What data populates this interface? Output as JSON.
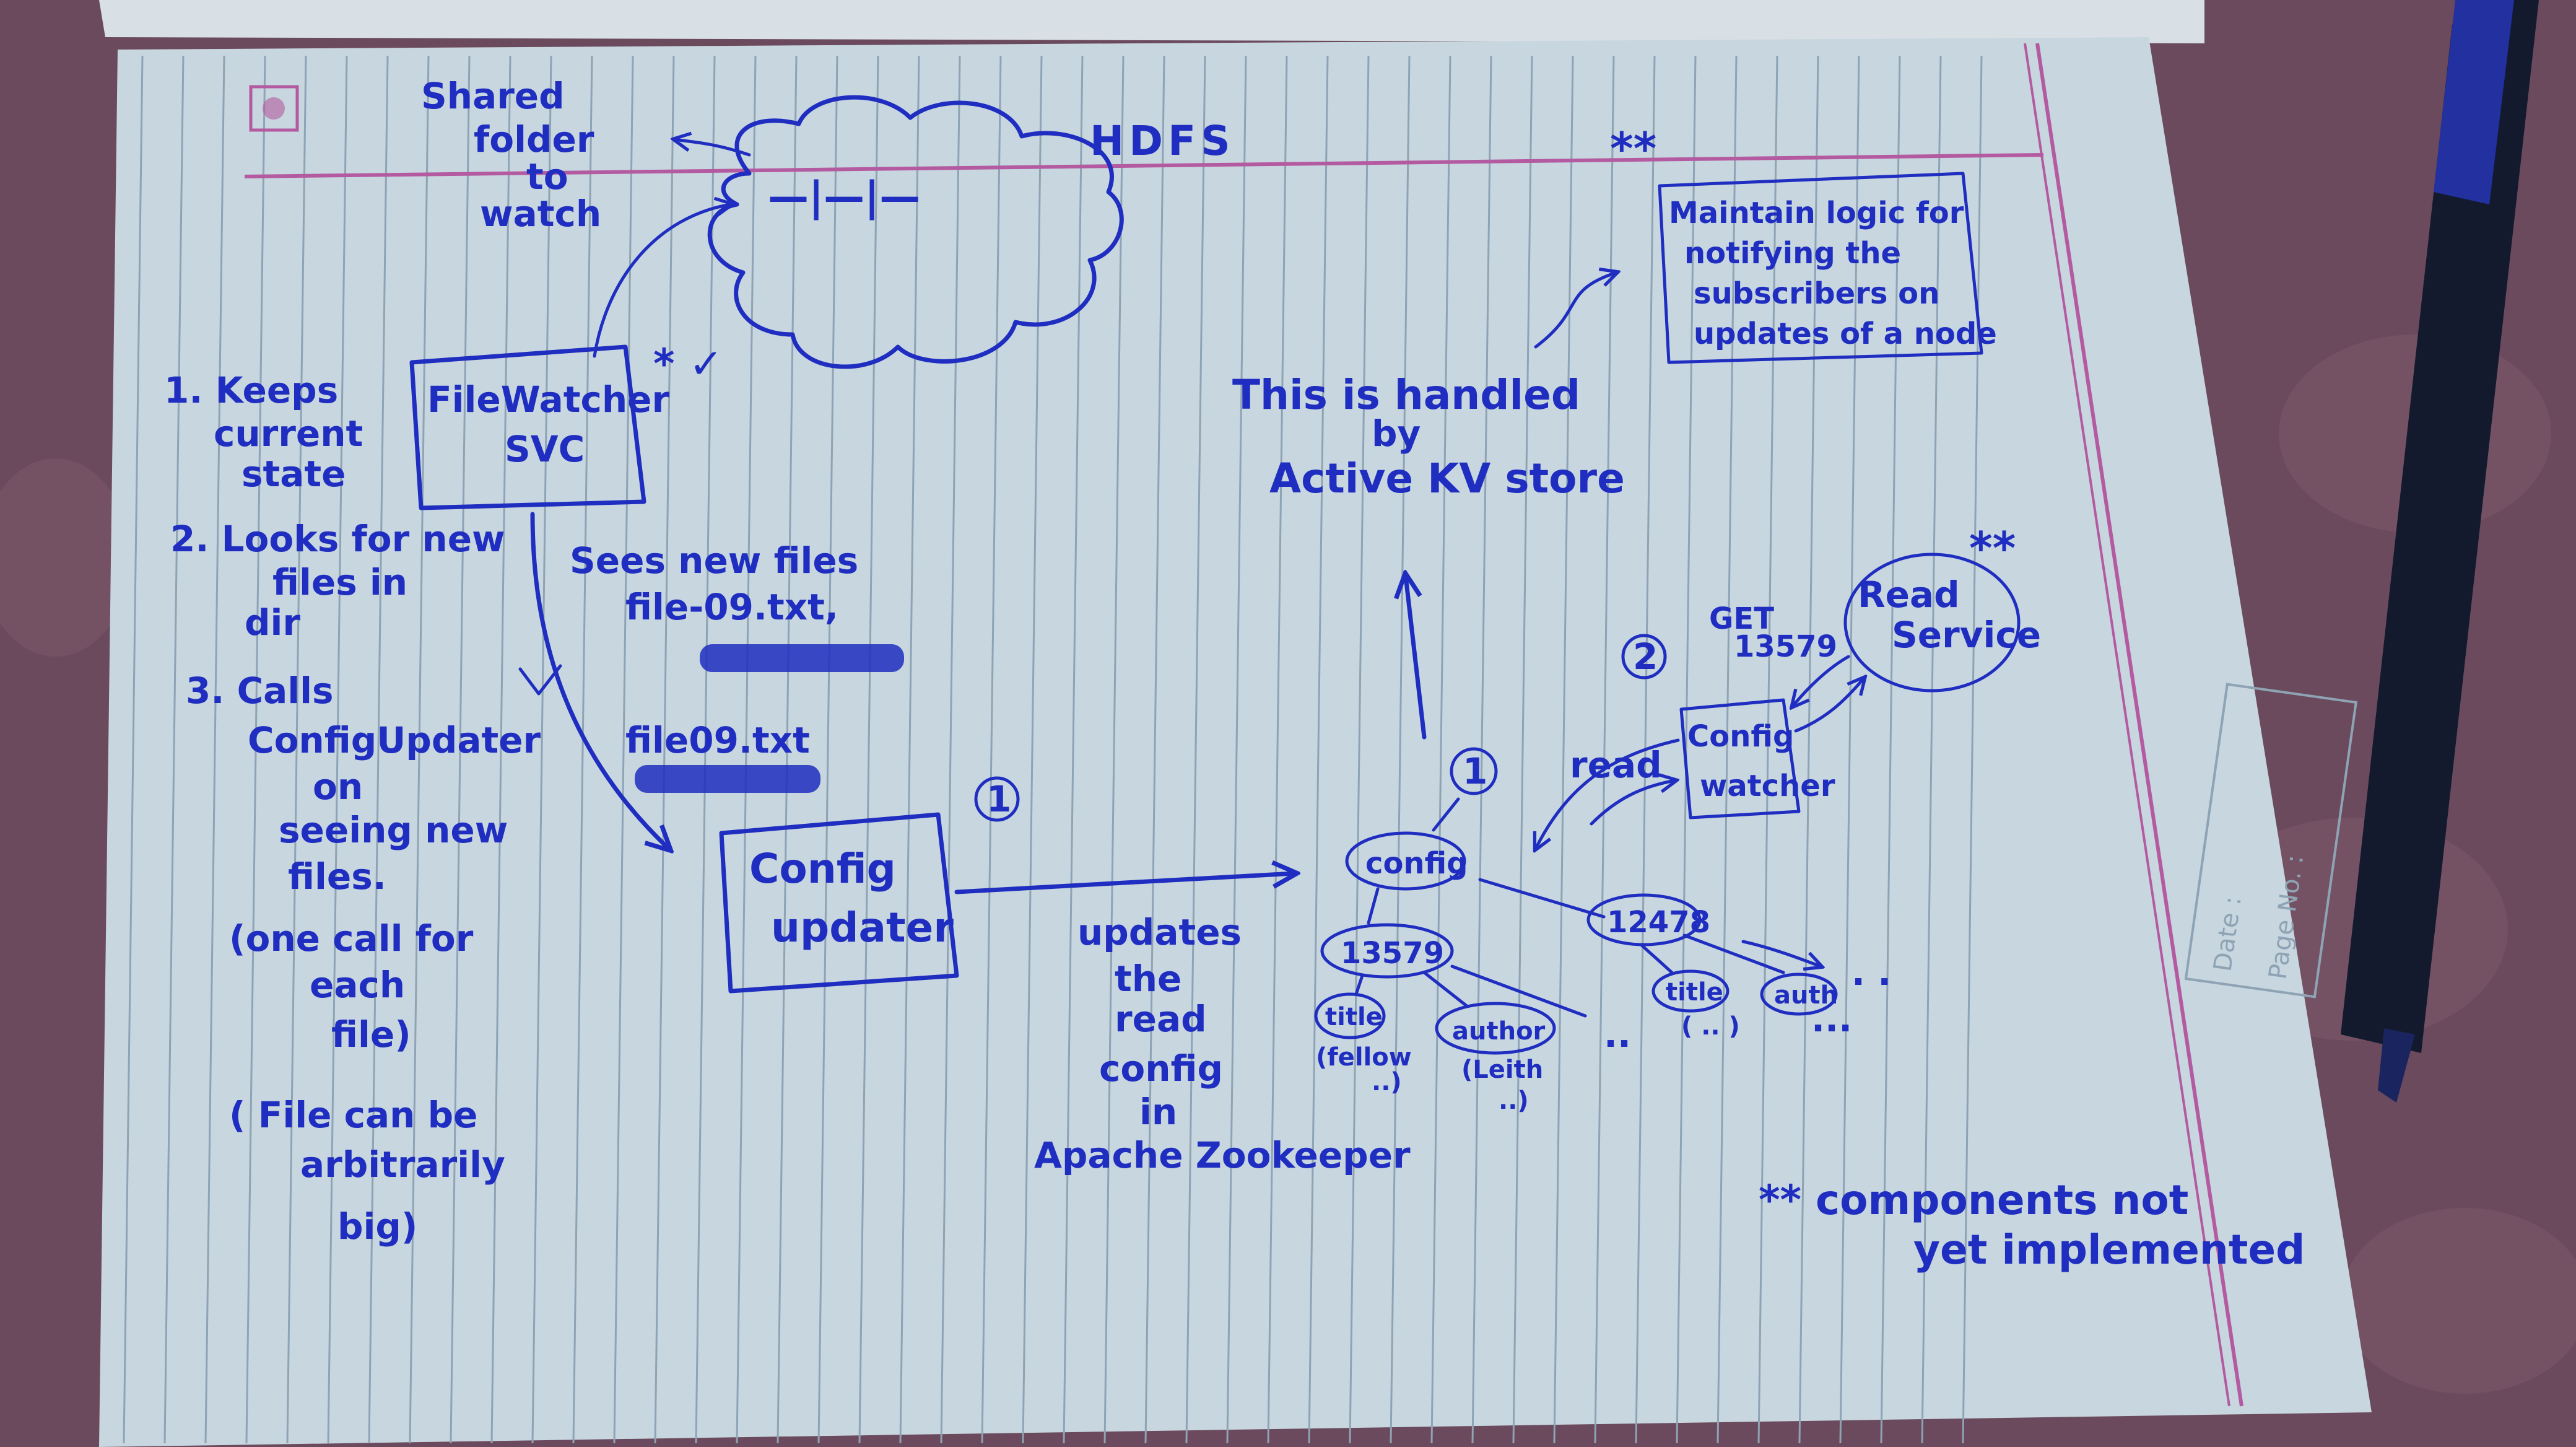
{
  "colors": {
    "paper": "#c7d6df",
    "ink": "#1f2ec0",
    "margin_line": "#b45aa0",
    "ruled_line": "#8ea3b4",
    "background": "#6a4a5c",
    "pen_body": "#141a2e"
  },
  "cloud": {
    "label": "HDFS",
    "inner_text": "—|—|—"
  },
  "shared_folder": {
    "line1": "Shared",
    "line2": "folder",
    "line3": "to",
    "line4": "watch"
  },
  "filewatcher": {
    "line1": "FileWatcher",
    "line2": "SVC",
    "mark": "* ✓"
  },
  "left_notes": {
    "item1": [
      "1. Keeps",
      "current",
      "state"
    ],
    "item2": [
      "2. Looks for new",
      "files in",
      "dir"
    ],
    "item3": [
      "3. Calls",
      "ConfigUpdater",
      "on",
      "seeing new",
      "files.",
      "(one call for",
      "each",
      "file)"
    ],
    "note": [
      "( File can be",
      "arbitrarily",
      "big)"
    ]
  },
  "sees_new_files": {
    "line1": "Sees new files",
    "line2": "file-09.txt,",
    "line3": "file09.txt"
  },
  "config_updater": {
    "line1": "Config",
    "line2": "updater",
    "step": "1"
  },
  "updates_note": [
    "updates",
    "the",
    "read",
    "config",
    "in",
    "Apache Zookeeper"
  ],
  "kv_note": {
    "line1": "This is handled",
    "line2": "by",
    "line3": "Active KV store"
  },
  "maintain_box": {
    "stars": "**",
    "lines": [
      "Maintain logic for",
      "notifying the",
      "subscribers on",
      "updates of a node"
    ]
  },
  "read_service": {
    "line1": "Read",
    "line2": "Service",
    "stars": "**",
    "get_label1": "GET",
    "get_label2": "13579",
    "step": "2"
  },
  "config_watcher": {
    "line1": "Config",
    "line2": "watcher",
    "read_label": "read",
    "step": "1"
  },
  "tree": {
    "root": "config",
    "node_a": "13579",
    "node_b": "12478",
    "leaf_a1": "title",
    "leaf_a1_note1": "(fellow",
    "leaf_a1_note2": "..)",
    "leaf_a2": "author",
    "leaf_a2_note1": "(Leith",
    "leaf_a2_note2": "..)",
    "leaf_b1": "title",
    "leaf_b1_note": "( .. )",
    "leaf_b2": "auth",
    "ellipsis1": "..",
    "ellipsis2": "...",
    "ellipsis3": ". ."
  },
  "footnote": {
    "line1": "** components not",
    "line2": "yet implemented"
  },
  "margin_labels": {
    "date": "Date :",
    "page_no": "Page No. :"
  }
}
